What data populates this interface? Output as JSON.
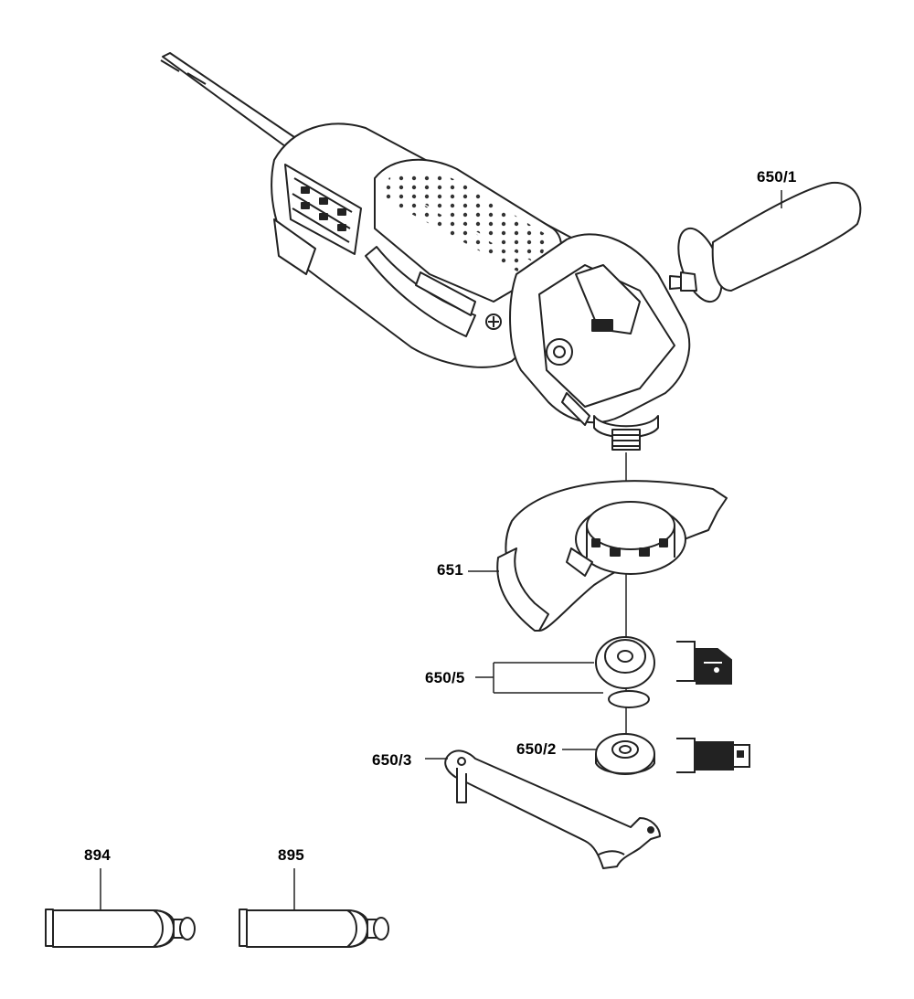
{
  "parts": [
    {
      "id": "handle",
      "label": "650/1",
      "name": "side-handle"
    },
    {
      "id": "guard",
      "label": "651",
      "name": "wheel-guard"
    },
    {
      "id": "flange",
      "label": "650/5",
      "name": "mounting-flange"
    },
    {
      "id": "nut",
      "label": "650/2",
      "name": "clamping-nut"
    },
    {
      "id": "wrench",
      "label": "650/3",
      "name": "pin-spanner-wrench"
    },
    {
      "id": "tube1",
      "label": "894",
      "name": "grease-tube"
    },
    {
      "id": "tube2",
      "label": "895",
      "name": "grease-tube"
    }
  ]
}
